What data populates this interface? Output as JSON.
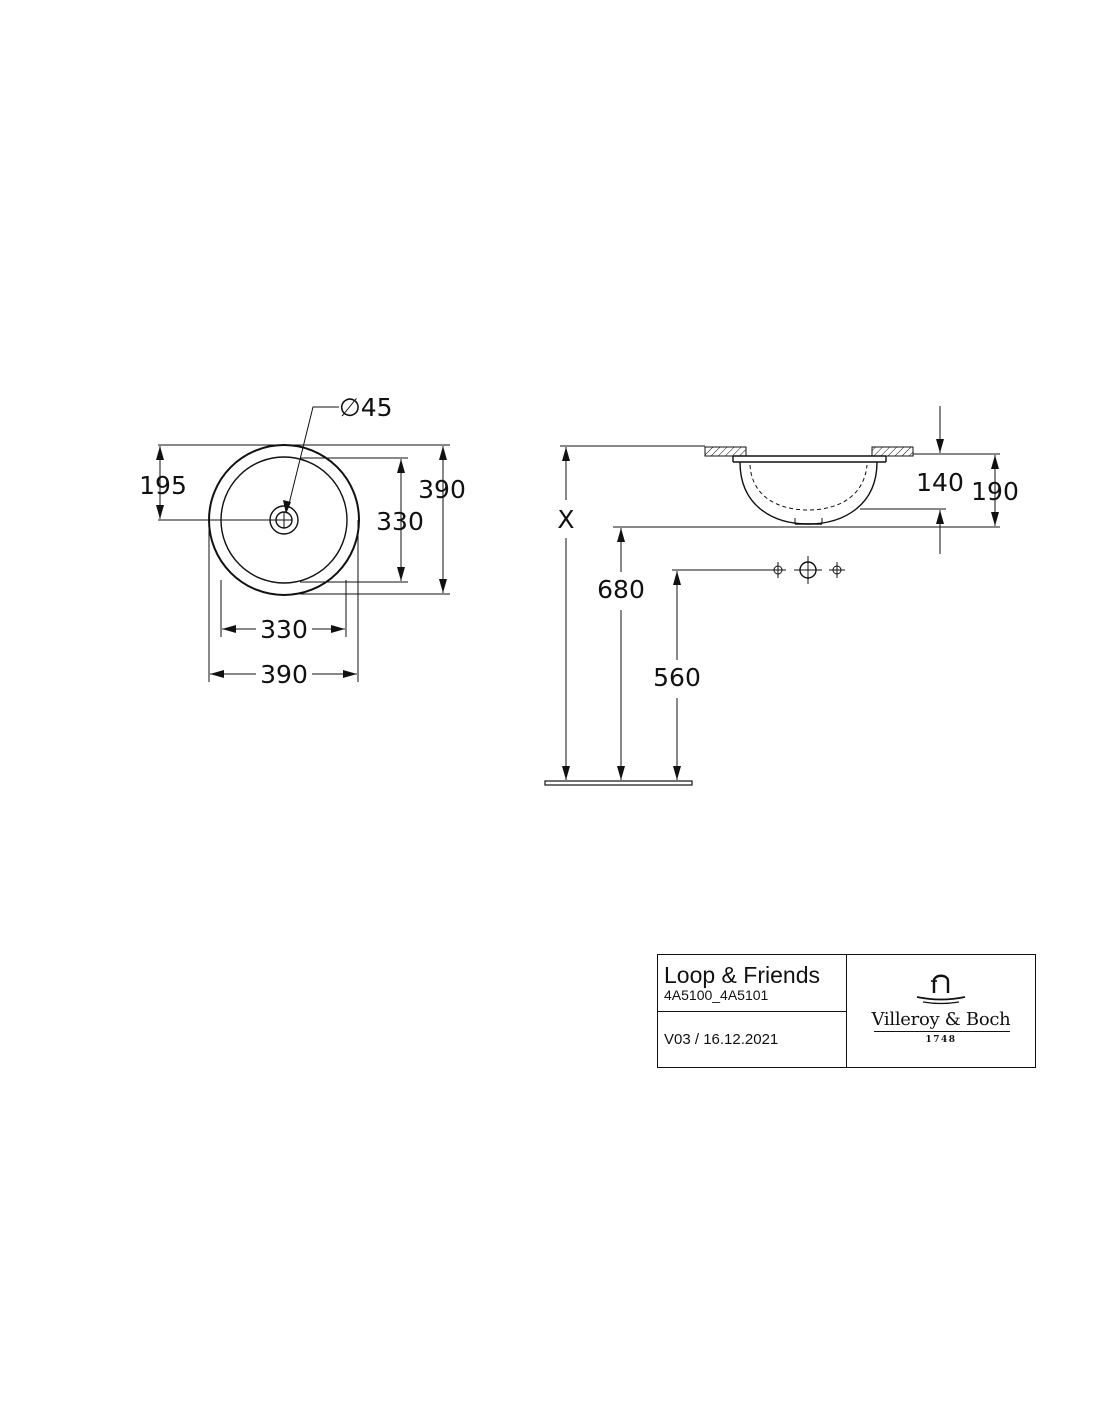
{
  "top_view": {
    "drain_diameter": "∅45",
    "dim_195": "195",
    "dim_390_height": "390",
    "dim_330_height": "330",
    "dim_330_width": "330",
    "dim_390_width": "390"
  },
  "side_view": {
    "dim_x": "X",
    "dim_680": "680",
    "dim_560": "560",
    "dim_140": "140",
    "dim_190": "190"
  },
  "title_block": {
    "product_name": "Loop & Friends",
    "article_numbers": "4A5100_4A5101",
    "version_date": "V03 / 16.12.2021",
    "brand": "Villeroy & Boch",
    "brand_year": "1748"
  }
}
